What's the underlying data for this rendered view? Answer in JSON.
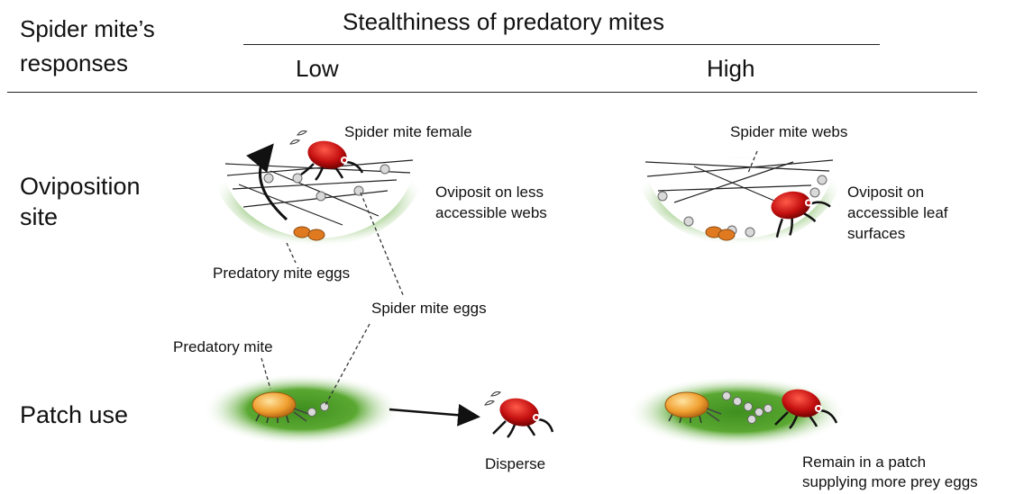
{
  "header": {
    "row_heading_line1": "Spider mite’s",
    "row_heading_line2": "responses",
    "column_group_title": "Stealthiness of predatory mites",
    "column_low": "Low",
    "column_high": "High"
  },
  "rows": {
    "oviposition_line1": "Oviposition",
    "oviposition_line2": "site",
    "patch_use": "Patch use"
  },
  "labels": {
    "spider_mite_female": "Spider mite female",
    "oviposit_less_line1": "Oviposit on less",
    "oviposit_less_line2": "accessible webs",
    "predatory_mite_eggs": "Predatory mite eggs",
    "spider_mite_eggs": "Spider mite eggs",
    "spider_mite_webs": "Spider mite webs",
    "oviposit_accessible_line1": "Oviposit on",
    "oviposit_accessible_line2": "accessible leaf",
    "oviposit_accessible_line3": "surfaces",
    "predatory_mite": "Predatory mite",
    "disperse": "Disperse",
    "remain_line1": "Remain in a patch",
    "remain_line2": "supplying  more prey eggs"
  },
  "colors": {
    "leaf_green": "#5aa832",
    "spider_mite_red": "#c41010",
    "predatory_mite_orange": "#f0a030",
    "egg_orange": "#e07a20",
    "spider_egg_grey": "#d9d9d9"
  },
  "icons": [
    "spider-mite-icon",
    "predatory-mite-icon",
    "leaf-patch-icon",
    "arrow-icon"
  ]
}
